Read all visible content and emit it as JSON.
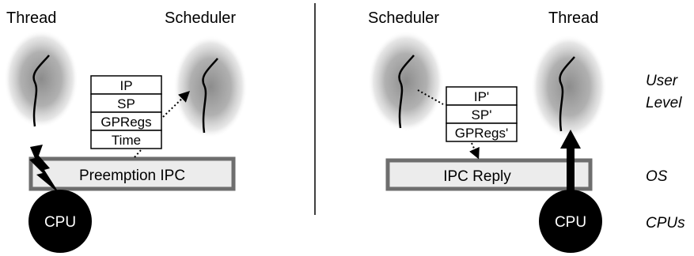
{
  "left": {
    "thread_label": "Thread",
    "scheduler_label": "Scheduler",
    "registers": [
      "IP",
      "SP",
      "GPRegs",
      "Time"
    ],
    "ipc_label": "Preemption IPC",
    "cpu_label": "CPU"
  },
  "right": {
    "scheduler_label": "Scheduler",
    "thread_label": "Thread",
    "registers": [
      "IP'",
      "SP'",
      "GPRegs'"
    ],
    "ipc_label": "IPC Reply",
    "cpu_label": "CPU"
  },
  "levels": {
    "user_line1": "User",
    "user_line2": "Level",
    "os": "OS",
    "cpus": "CPUs"
  },
  "colors": {
    "blob": "#8c8c8c",
    "bar_fill": "#ececec",
    "bar_stroke": "#6e6e6e",
    "cpu_fill": "#000000"
  }
}
